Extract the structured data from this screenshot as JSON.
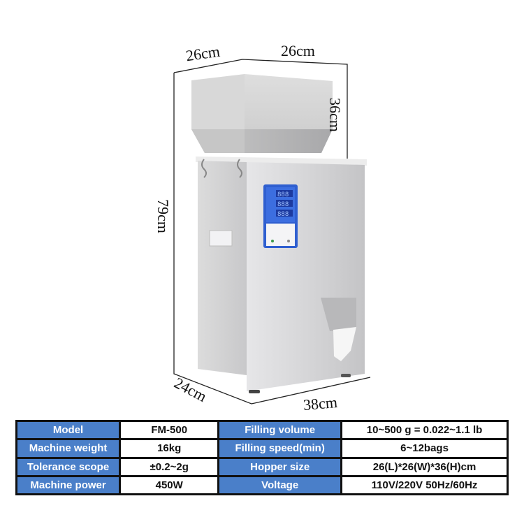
{
  "product": {
    "type": "powder/particle filling machine",
    "colors": {
      "body": "#d4d4d6",
      "panel_bg": "#2f5fd0",
      "table_key_bg": "#4a7fc9",
      "table_border": "#111111"
    }
  },
  "dimensions": {
    "hopper_length": "26cm",
    "hopper_width": "26cm",
    "hopper_height": "36cm",
    "total_height": "79cm",
    "base_depth": "24cm",
    "base_width": "38cm"
  },
  "specs": {
    "rows": [
      {
        "k1": "Model",
        "v1": "FM-500",
        "k2": "Filling volume",
        "v2": "10~500 g = 0.022~1.1 lb"
      },
      {
        "k1": "Machine weight",
        "v1": "16kg",
        "k2": "Filling speed(min)",
        "v2": "6~12bags"
      },
      {
        "k1": "Tolerance scope",
        "v1": "±0.2~2g",
        "k2": "Hopper size",
        "v2": "26(L)*26(W)*36(H)cm"
      },
      {
        "k1": "Machine power",
        "v1": "450W",
        "k2": "Voltage",
        "v2": "110V/220V 50Hz/60Hz"
      }
    ]
  }
}
